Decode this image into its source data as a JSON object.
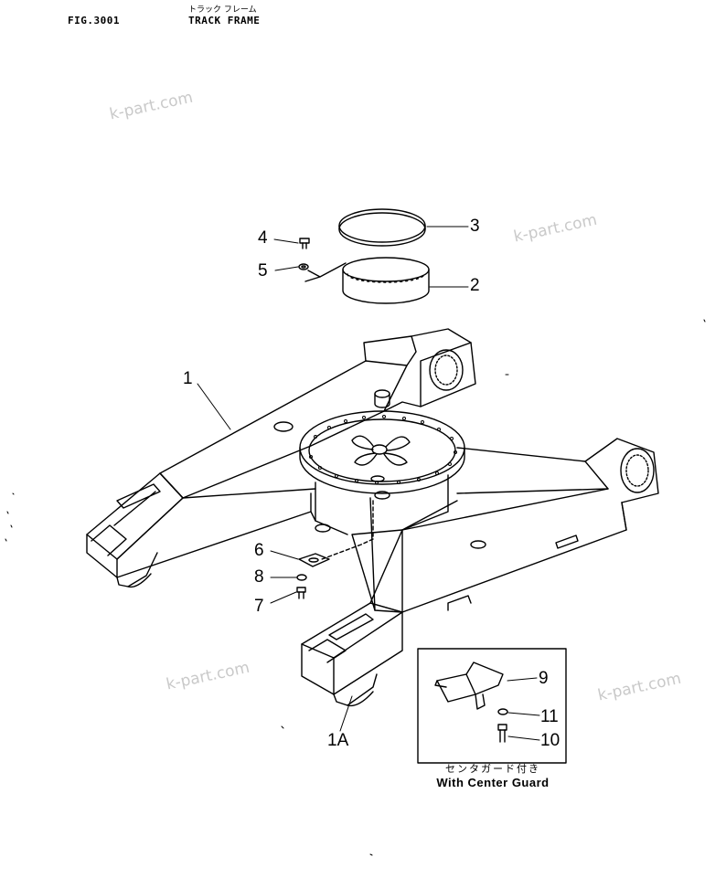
{
  "header": {
    "fig_label": "FIG.3001",
    "title_jp": "トラック フレーム",
    "title_en": "TRACK FRAME"
  },
  "watermark": "k-part.com",
  "callouts": [
    "1",
    "1A",
    "2",
    "3",
    "4",
    "5",
    "6",
    "7",
    "8",
    "9",
    "10",
    "11"
  ],
  "inset": {
    "caption_jp": "センタガード付き",
    "caption_en": "With Center Guard"
  }
}
